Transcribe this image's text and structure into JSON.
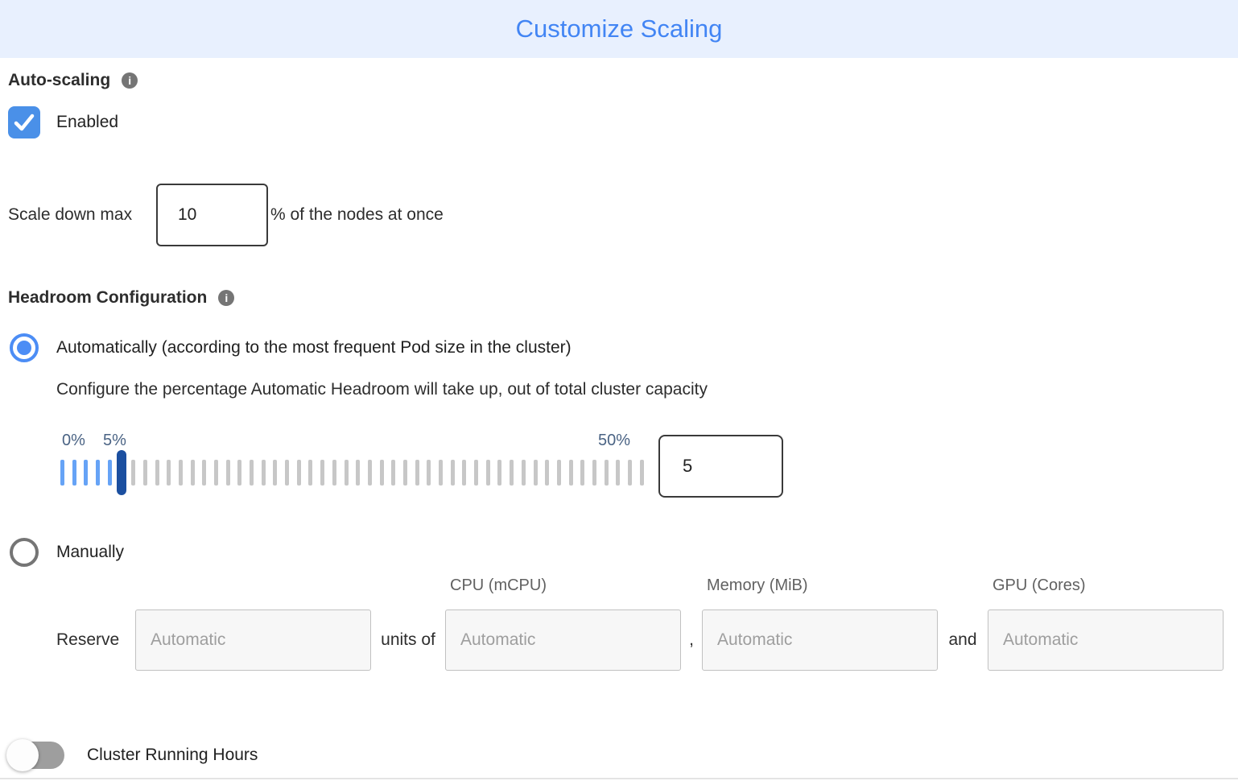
{
  "header": {
    "title": "Customize Scaling"
  },
  "colors": {
    "accent_blue": "#4285f4",
    "header_bg": "#e8f0fe",
    "checkbox_blue": "#4a90e8",
    "radio_blue": "#4c8df5",
    "slider_tick_blue": "#66a3f6",
    "slider_tick_gray": "#c7c7c7",
    "slider_handle_blue": "#1b4fa0",
    "slider_label_color": "#4a6384",
    "toggle_track_gray": "#9e9e9e"
  },
  "auto_scaling": {
    "label": "Auto-scaling",
    "enabled": true,
    "enabled_label": "Enabled",
    "scale_down": {
      "prefix": "Scale down max",
      "value": "10",
      "suffix": "% of the nodes at once"
    }
  },
  "headroom": {
    "label": "Headroom Configuration",
    "mode": "automatic",
    "auto_option_label": "Automatically (according to the most frequent Pod size in the cluster)",
    "auto_description": "Configure the percentage Automatic Headroom will take up, out of total cluster capacity",
    "slider": {
      "min": 0,
      "max": 50,
      "value": 5,
      "tick_count": 50,
      "min_label": "0%",
      "current_label": "5%",
      "max_label": "50%"
    },
    "percentage_value": "5",
    "manual_option_label": "Manually",
    "manual": {
      "reserve_label": "Reserve",
      "units_of_label": "units of",
      "comma": ",",
      "and_label": "and",
      "columns": {
        "cpu": "CPU (mCPU)",
        "memory": "Memory (MiB)",
        "gpu": "GPU (Cores)"
      },
      "count_placeholder": "Automatic",
      "cpu_placeholder": "Automatic",
      "memory_placeholder": "Automatic",
      "gpu_placeholder": "Automatic"
    }
  },
  "cluster_running_hours": {
    "label": "Cluster Running Hours",
    "enabled": false
  }
}
